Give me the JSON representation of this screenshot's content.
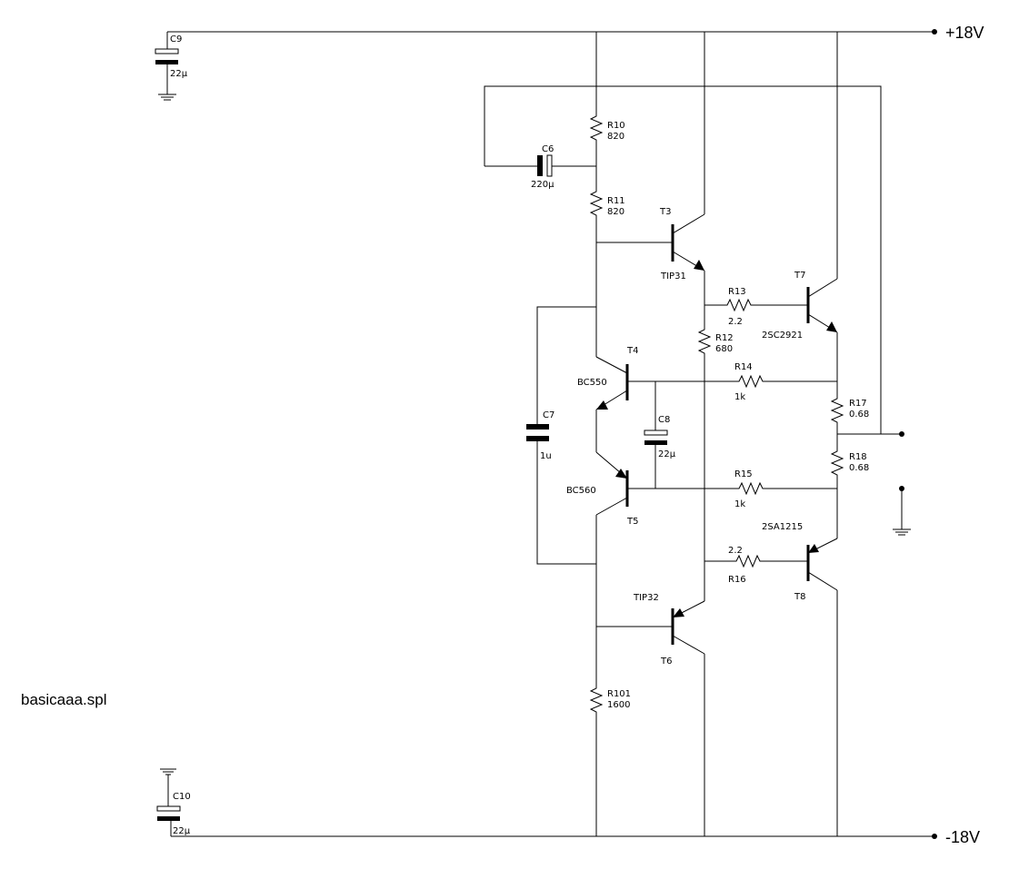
{
  "filename": "basicaaa.spl",
  "rails": {
    "positive": "+18V",
    "negative": "-18V"
  },
  "resistors": {
    "R10": {
      "name": "R10",
      "value": "820"
    },
    "R11": {
      "name": "R11",
      "value": "820"
    },
    "R12": {
      "name": "R12",
      "value": "680"
    },
    "R13": {
      "name": "R13",
      "value": "2.2"
    },
    "R14": {
      "name": "R14",
      "value": "1k"
    },
    "R15": {
      "name": "R15",
      "value": "1k"
    },
    "R16": {
      "name": "R16",
      "value": "2.2"
    },
    "R17": {
      "name": "R17",
      "value": "0.68"
    },
    "R18": {
      "name": "R18",
      "value": "0.68"
    },
    "R101": {
      "name": "R101",
      "value": "1600"
    }
  },
  "capacitors": {
    "C6": {
      "name": "C6",
      "value": "220µ"
    },
    "C7": {
      "name": "C7",
      "value": "1u"
    },
    "C8": {
      "name": "C8",
      "value": "22µ"
    },
    "C9": {
      "name": "C9",
      "value": "22µ"
    },
    "C10": {
      "name": "C10",
      "value": "22µ"
    }
  },
  "transistors": {
    "T3": {
      "name": "T3",
      "part": "TIP31"
    },
    "T4": {
      "name": "T4",
      "part": "BC550"
    },
    "T5": {
      "name": "T5",
      "part": "BC560"
    },
    "T6": {
      "name": "T6",
      "part": "TIP32"
    },
    "T7": {
      "name": "T7",
      "part": "2SC2921"
    },
    "T8": {
      "name": "T8",
      "part": "2SA1215"
    }
  }
}
